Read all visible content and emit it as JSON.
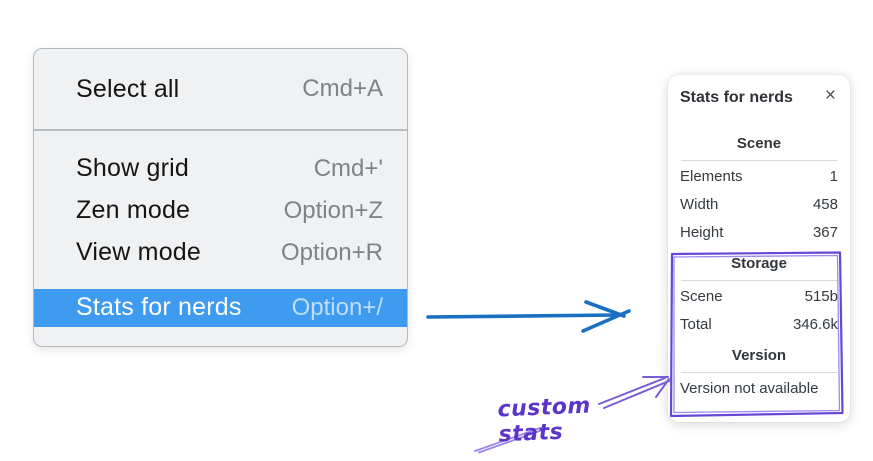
{
  "menu": {
    "items": [
      {
        "label": "Select all",
        "shortcut": "Cmd+A",
        "selected": false
      },
      {
        "label": "Show grid",
        "shortcut": "Cmd+'",
        "selected": false
      },
      {
        "label": "Zen mode",
        "shortcut": "Option+Z",
        "selected": false
      },
      {
        "label": "View mode",
        "shortcut": "Option+R",
        "selected": false
      },
      {
        "label": "Stats for nerds",
        "shortcut": "Option+/",
        "selected": true
      }
    ]
  },
  "stats_panel": {
    "title": "Stats for nerds",
    "close_icon": "×",
    "sections": [
      {
        "heading": "Scene",
        "rows": [
          {
            "label": "Elements",
            "value": "1"
          },
          {
            "label": "Width",
            "value": "458"
          },
          {
            "label": "Height",
            "value": "367"
          }
        ]
      },
      {
        "heading": "Storage",
        "rows": [
          {
            "label": "Scene",
            "value": "515b"
          },
          {
            "label": "Total",
            "value": "346.6k"
          }
        ]
      },
      {
        "heading": "Version",
        "rows": [],
        "note": "Version not available"
      }
    ]
  },
  "annotation": {
    "label": "custom stats"
  },
  "colors": {
    "menu_highlight": "#3e9bf0",
    "menu_background": "#f0f1f3",
    "blue_arrow": "#1b6fc0",
    "purple_box": "#6748d6",
    "purple_arrow": "#7a5dd8",
    "purple_light_stroke": "#9b82ec",
    "annotation_text": "#5b34c8"
  }
}
